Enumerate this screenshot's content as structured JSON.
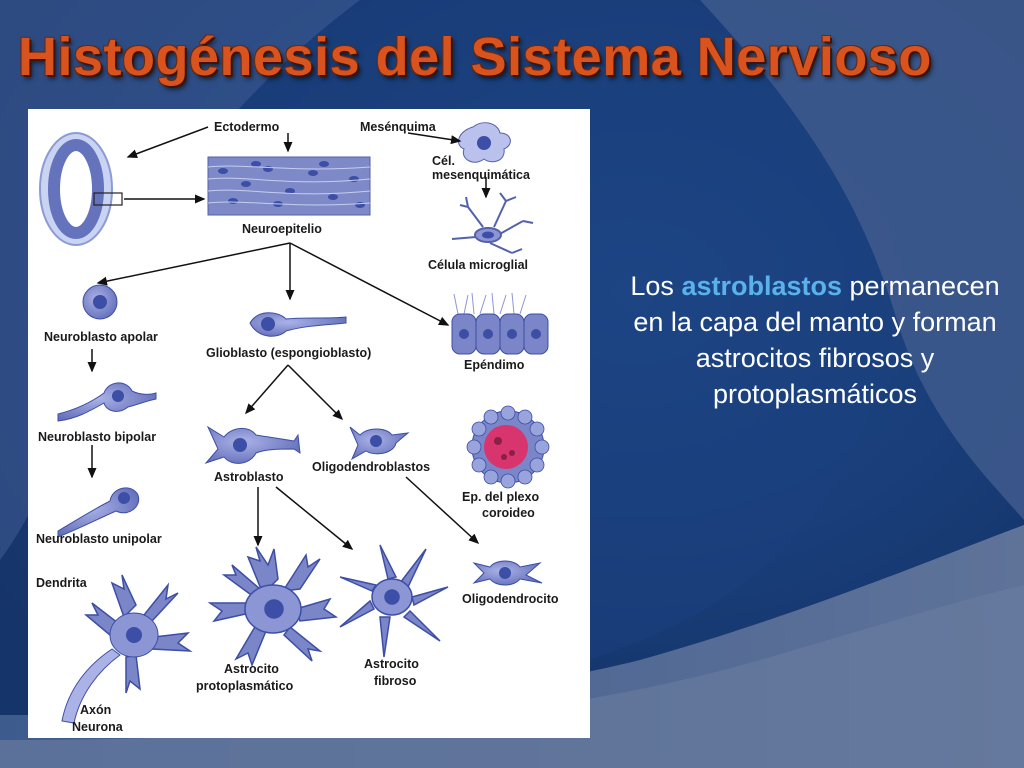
{
  "slide": {
    "title": "Histogénesis del Sistema Nervioso",
    "caption": {
      "part1": "Los ",
      "highlight": "astroblastos",
      "part2": " permanecen en la capa del manto y forman astrocitos fibrosos y protoplasmáticos"
    }
  },
  "diagram": {
    "labels": {
      "ectodermo": "Ectodermo",
      "mesenquima": "Mesénquima",
      "cel_mesenq_1": "Cél.",
      "cel_mesenq_2": "mesenquimática",
      "neuroepitelio": "Neuroepitelio",
      "celula_microglial": "Célula microglial",
      "neuroblasto_apolar": "Neuroblasto apolar",
      "glioblasto": "Glioblasto (espongioblasto)",
      "ependimo": "Epéndimo",
      "neuroblasto_bipolar": "Neuroblasto bipolar",
      "astroblasto": "Astroblasto",
      "oligodendroblastos": "Oligodendroblastos",
      "ep_plexo_1": "Ep. del plexo",
      "ep_plexo_2": "coroideo",
      "neuroblasto_unipolar": "Neuroblasto unipolar",
      "dendrita": "Dendrita",
      "oligodendrocito": "Oligodendrocito",
      "astrocito_proto_1": "Astrocito",
      "astrocito_proto_2": "protoplasmático",
      "astrocito_fibroso_1": "Astrocito",
      "astrocito_fibroso_2": "fibroso",
      "axon": "Axón",
      "neurona": "Neurona"
    }
  },
  "colors": {
    "title": "#d9531e",
    "highlight": "#5ab2ec",
    "background_dark": "#16356b",
    "background_light": "#4a6290",
    "cell_fill": "#7b86c8",
    "nucleus_fill": "#3c4ea5",
    "plexo_fill": "#d8346e"
  }
}
